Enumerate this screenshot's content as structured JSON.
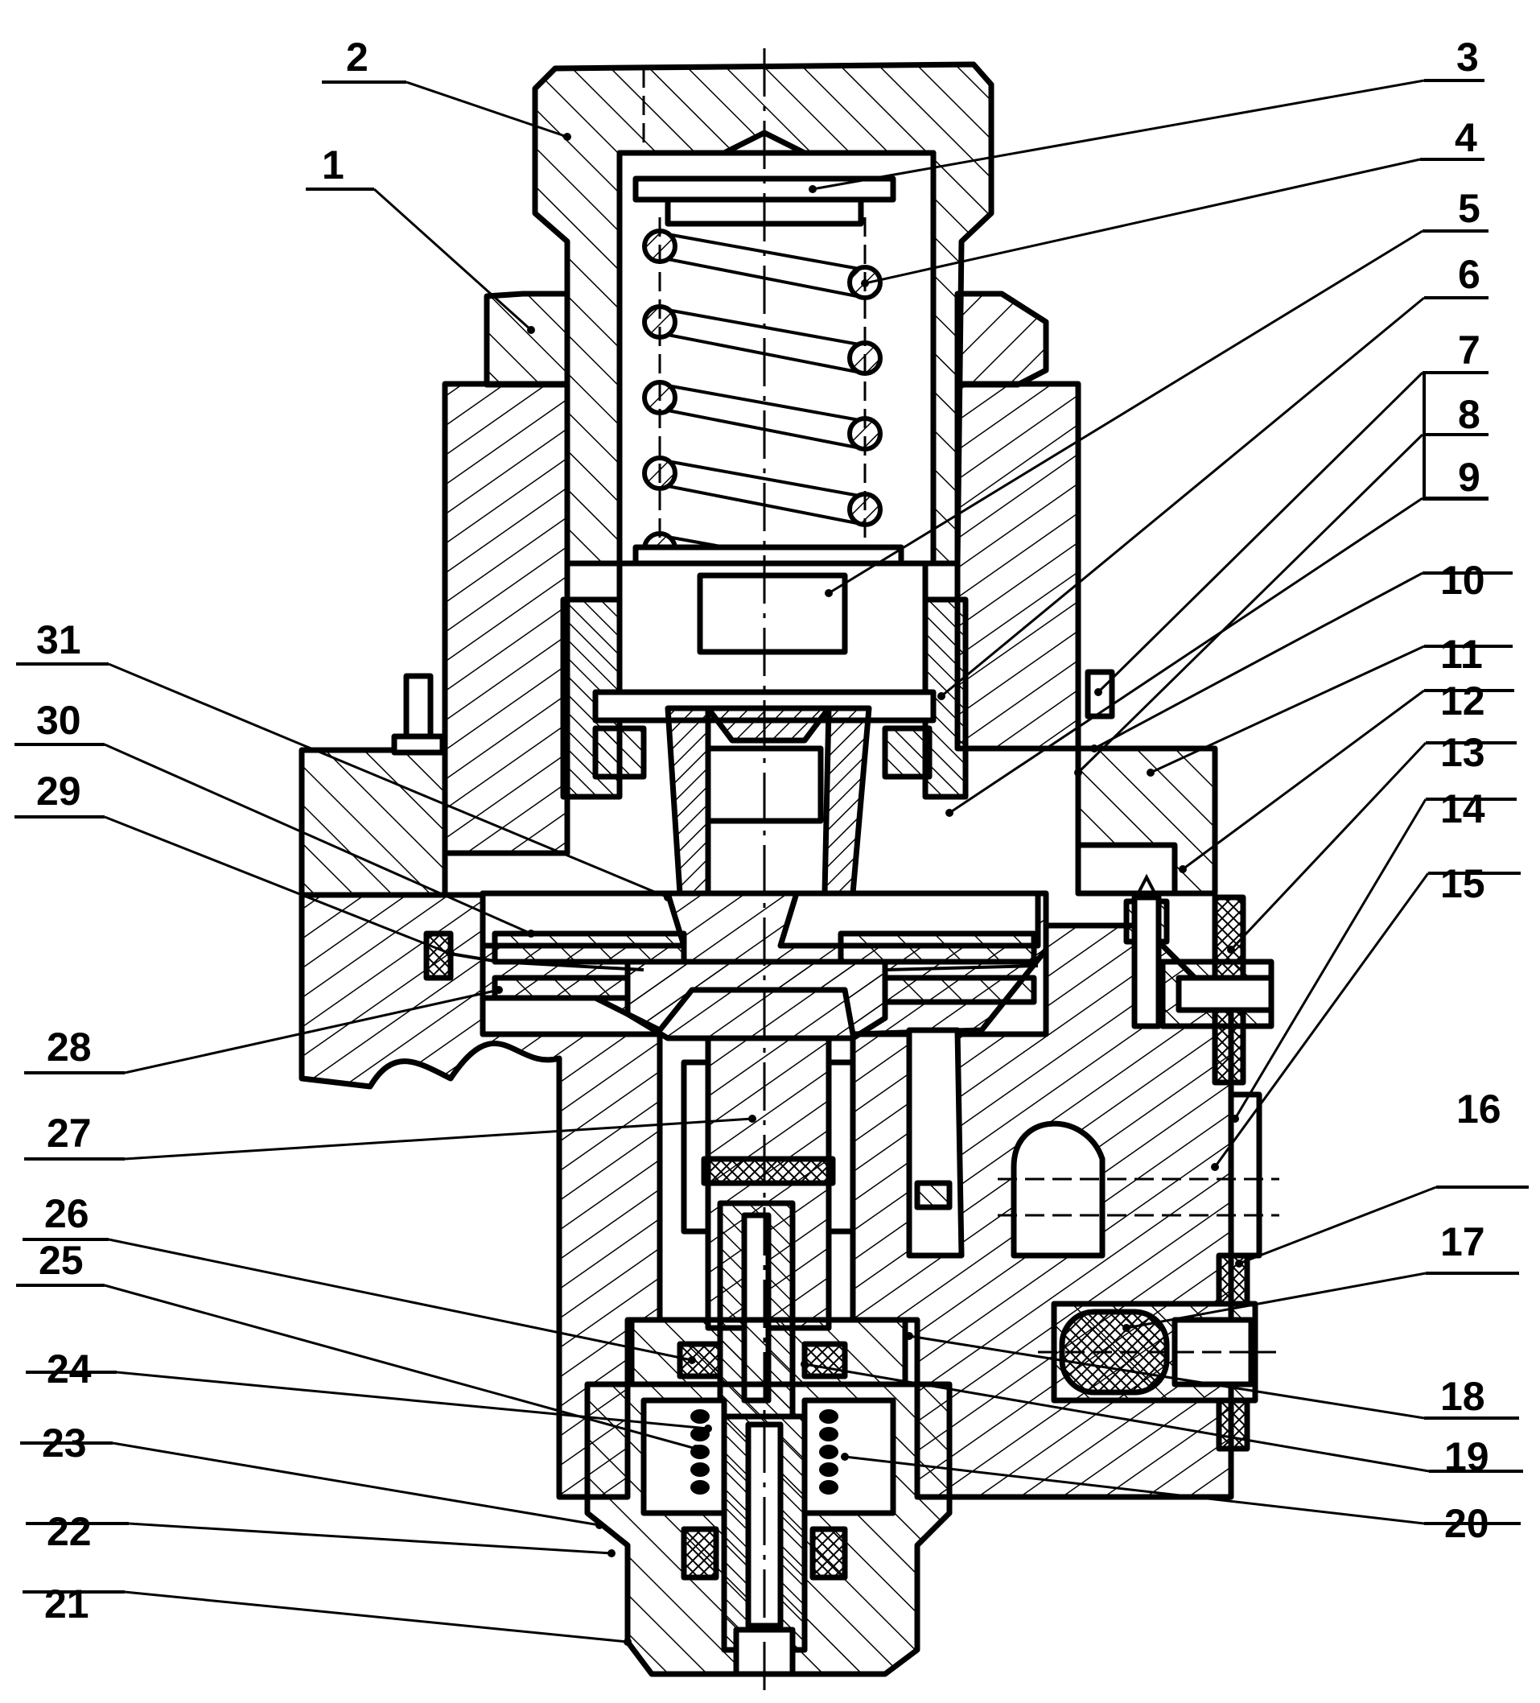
{
  "figure": {
    "type": "mechanical cross-section drawing",
    "subject": "pressure regulator / reducing valve assembly",
    "callouts_left": [
      {
        "number": "2"
      },
      {
        "number": "1"
      },
      {
        "number": "31"
      },
      {
        "number": "30"
      },
      {
        "number": "29"
      },
      {
        "number": "28"
      },
      {
        "number": "27"
      },
      {
        "number": "26"
      },
      {
        "number": "25"
      },
      {
        "number": "24"
      },
      {
        "number": "23"
      },
      {
        "number": "22"
      },
      {
        "number": "21"
      }
    ],
    "callouts_right": [
      {
        "number": "3"
      },
      {
        "number": "4"
      },
      {
        "number": "5"
      },
      {
        "number": "6"
      },
      {
        "number": "7"
      },
      {
        "number": "8"
      },
      {
        "number": "9"
      },
      {
        "number": "10"
      },
      {
        "number": "11"
      },
      {
        "number": "12"
      },
      {
        "number": "13"
      },
      {
        "number": "14"
      },
      {
        "number": "15"
      },
      {
        "number": "16"
      },
      {
        "number": "17"
      },
      {
        "number": "18"
      },
      {
        "number": "19"
      },
      {
        "number": "20"
      }
    ],
    "colors": {
      "ink": "#000000",
      "paper": "#ffffff"
    }
  }
}
